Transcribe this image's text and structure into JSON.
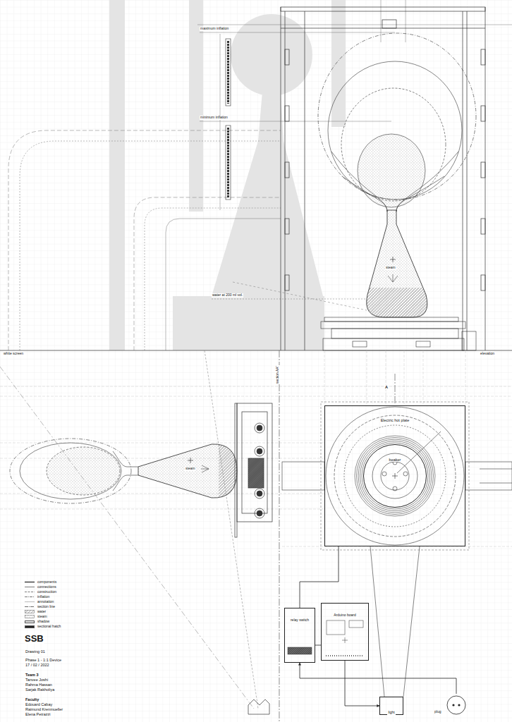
{
  "diagram": {
    "title": "SSB",
    "nodes": [
      {
        "text": [
          "Electric hot plate"
        ]
      },
      {
        "text": [
          "beaker"
        ],
        "in": 0
      },
      {
        "text": [
          "relay switch"
        ]
      },
      {
        "text": [
          "Arduino board"
        ]
      },
      {
        "text": [
          "light"
        ]
      },
      {
        "text": [
          "plug"
        ]
      }
    ],
    "edges": [
      {
        "from": 0,
        "to": 2,
        "arrow": "none"
      },
      {
        "from": 2,
        "to": 3,
        "arrow": "none"
      },
      {
        "from": 3,
        "to": 4,
        "arrow": "to"
      },
      {
        "from": 5,
        "to": 2,
        "arrow": "to"
      }
    ],
    "labels": [
      "maximum inflation",
      "minimum inflation",
      "steam",
      "water at 200 ml vol.",
      "white screen",
      "section AA'",
      "elevation",
      "A",
      "steam",
      "Drawing 01",
      "Phase 1 - 1:1 Device",
      "17 / 02 / 2022",
      "Team 3",
      "Tanvee Joshi",
      "Rahma Hassan",
      "Sarjak Rakholiya",
      "Faculty",
      "Edouard Cabay",
      "Raimund Krenmueller",
      "Elena Petrazzi"
    ],
    "legend": [
      {
        "text": "components"
      },
      {
        "text": "connections"
      },
      {
        "text": "construction"
      },
      {
        "text": "inflation"
      },
      {
        "text": "annotation"
      },
      {
        "text": "section line"
      },
      {
        "text": "water"
      },
      {
        "text": "steam"
      },
      {
        "text": "shadow",
        "color": "#e4e4e4"
      },
      {
        "text": "sectional hatch",
        "color": "#222222"
      }
    ]
  }
}
